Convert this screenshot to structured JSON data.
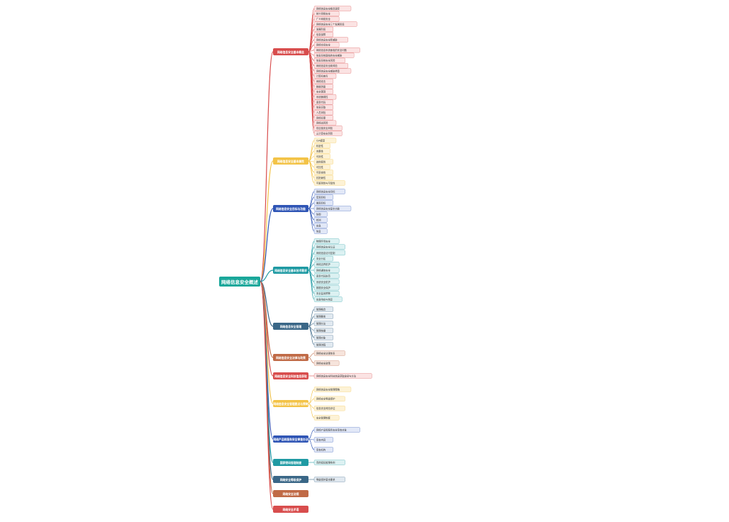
{
  "root": {
    "label": "网络信息安全概述",
    "color": "#1aa79a"
  },
  "branches": [
    {
      "label": "网络信息安全基本概念",
      "color": "#d84d4d",
      "fill": "#fbe3e3"
    },
    {
      "label": "网络信息安全基本属性",
      "color": "#f3c347",
      "fill": "#fdf2d6"
    },
    {
      "label": "网络信息安全目标与功能",
      "color": "#2f55b5",
      "fill": "#e2e8f7"
    },
    {
      "label": "网络信息安全基本技术需求",
      "color": "#1f9aa3",
      "fill": "#dcf1f2"
    },
    {
      "label": "网络信息安全管理",
      "color": "#3a6787",
      "fill": "#e1e9f0"
    },
    {
      "label": "网络信息安全法律与政策",
      "color": "#c06a46",
      "fill": "#f6e4dc"
    },
    {
      "label": "网络信息安全科技信息获取",
      "color": "#d84d4d",
      "fill": "#fbe3e3"
    },
    {
      "label": "网络信息安全管理要点与策略",
      "color": "#f3c347",
      "fill": "#fdf2d6"
    },
    {
      "label": "网络产品和服务安全审查办法",
      "color": "#2f55b5",
      "fill": "#e2e8f7"
    },
    {
      "label": "国家密码管理制度",
      "color": "#1f9aa3",
      "fill": "#dcf1f2"
    },
    {
      "label": "网络安全等级保护",
      "color": "#3a6787",
      "fill": "#e1e9f0"
    },
    {
      "label": "网络安全法规",
      "color": "#c06a46",
      "fill": "#f6e4dc"
    },
    {
      "label": "网络安全术语",
      "color": "#d84d4d",
      "fill": "#fbe3e3"
    }
  ],
  "details": {
    "b0": [
      "网络信息安全概念演变",
      "狭义网络安全",
      "广义网络安全",
      "网络信息安全三个发展阶段",
      "发展阶段",
      "信息保障",
      "网络信息安全新威胁",
      "网络空间安全",
      "网络信息系统面临的安全问题",
      "信息系统面临的安全威胁",
      "信息系统安全风险",
      "网络信息安全新风险",
      "网络信息安全威胁类型",
      "计算机病毒",
      "网络攻击",
      "数据泄露",
      "安全漏洞",
      "系统脆弱性",
      "恶意代码",
      "信息窃取",
      "人员风险",
      "网络犯罪",
      "网络战风险",
      "供应链安全风险",
      "云计算安全风险"
    ],
    "b1": [
      "CIA模型",
      "机密性",
      "完整性",
      "可用性",
      "其他属性",
      "可控性",
      "可审查性",
      "抗抵赖性",
      "可鉴别性与可靠性"
    ],
    "b2": [
      "网络信息安全目标",
      "宏观目标",
      "微观目标",
      "网络信息安全基本功能",
      "防御",
      "检测",
      "应急",
      "恢复"
    ],
    "b3": [
      "物理环境安全",
      "网络信息安全认证",
      "网络信息访问控制",
      "安全分区",
      "网络边界防护",
      "网络通信安全",
      "恶意代码防范",
      "系统安全防护",
      "数据安全保护",
      "安全监测预警",
      "应急响应与恢复"
    ],
    "b4": [
      "管理概念",
      "管理要素",
      "管理方法",
      "管理依据",
      "管理对象",
      "管理流程"
    ],
    "b5": [
      "网络安全法律体系",
      "网络安全政策"
    ],
    "b6": [
      "网络信息安全科技信息获取途径与方法"
    ],
    "b7": [
      "网络信息安全管理策略",
      "网络安全等级保护",
      "信息安全风险评估",
      "安全管理制度"
    ],
    "b8": [
      "网络产品和服务安全审查对象",
      "审查内容",
      "审查机构"
    ],
    "b9": [
      "商用密码管理条例"
    ],
    "b10": [
      "等级保护基本要求"
    ],
    "b11": [],
    "b12": []
  }
}
